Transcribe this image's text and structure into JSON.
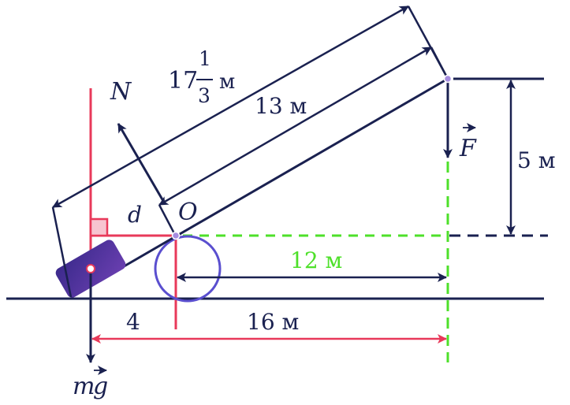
{
  "labels": {
    "N": "N",
    "d": "d",
    "O": "O",
    "F": "F",
    "mg_m": "m",
    "mg_g": "g",
    "len_whole": "17",
    "frac_num": "1",
    "frac_den": "3",
    "len_unit": "м",
    "len_13": "13 м",
    "h_5": "5 м",
    "h_12": "12 м",
    "h_16": "16 м",
    "h_4": "4"
  },
  "colors": {
    "dark": "#1a2150",
    "red": "#e8395a",
    "green": "#4ee02a",
    "circle": "#5a4fcf",
    "block_from": "#3b2a8c",
    "block_to": "#6a3fb0"
  }
}
